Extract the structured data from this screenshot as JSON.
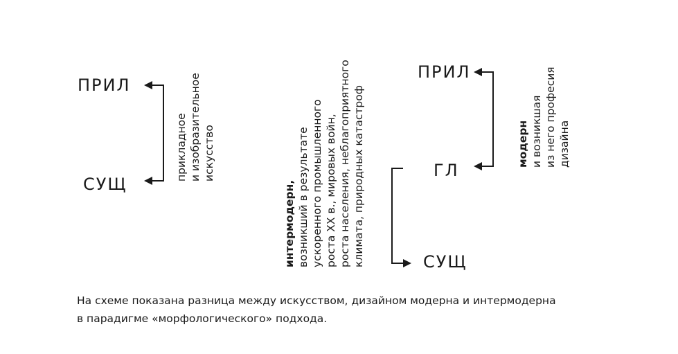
{
  "left_scheme": {
    "top_node": "ПРИЛ",
    "bottom_node": "СУЩ",
    "label_lines": [
      "прикладное",
      "и изобразительное",
      "искусство"
    ]
  },
  "middle_label": {
    "bold_line": "интермодерн,",
    "lines": [
      "возникший в результате",
      "ускоренного промышленного",
      "роста XX в., мировых войн,",
      "роста населения, неблагоприятного",
      "климата, природных катастроф"
    ]
  },
  "right_scheme": {
    "top_node": "ПРИЛ",
    "middle_node": "ГЛ",
    "bottom_node": "СУЩ",
    "label_bold": "модерн",
    "label_lines": [
      "и возникшая",
      "из него професия",
      "дизайна"
    ]
  },
  "caption": {
    "line1": "На схеме показана разница между искусством, дизайном модерна и интермодерна",
    "line2": "в парадигме «морфологического» подхода."
  }
}
